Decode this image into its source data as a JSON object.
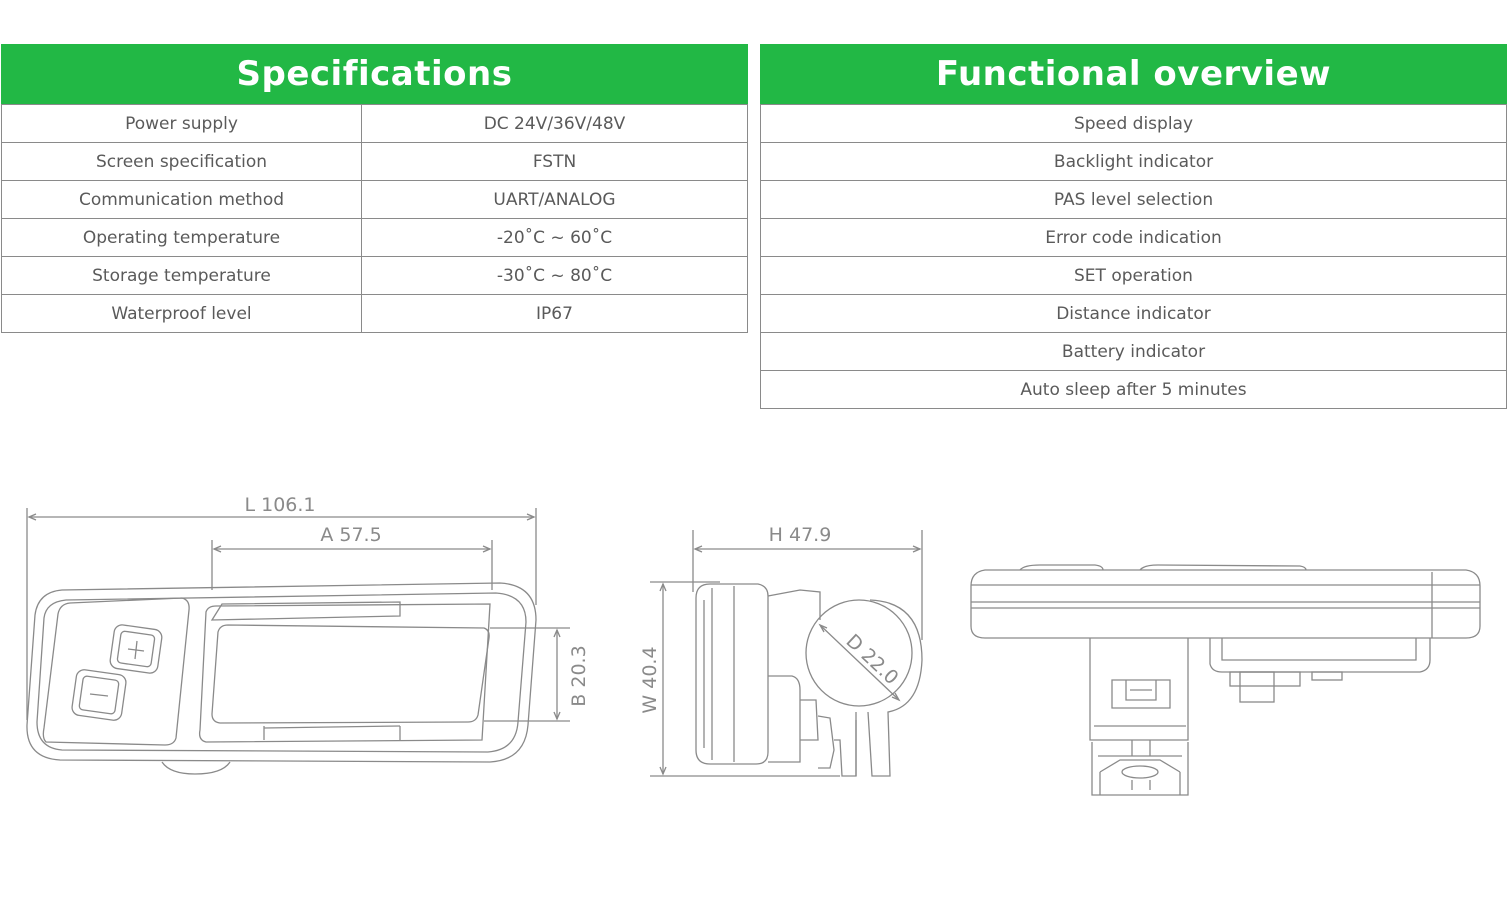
{
  "specifications": {
    "title": "Specifications",
    "rows": [
      {
        "label": "Power supply",
        "value": "DC 24V/36V/48V"
      },
      {
        "label": "Screen specification",
        "value": "FSTN"
      },
      {
        "label": "Communication method",
        "value": "UART/ANALOG"
      },
      {
        "label": "Operating temperature",
        "value": "-20˚C ~ 60˚C"
      },
      {
        "label": "Storage temperature",
        "value": "-30˚C ~ 80˚C"
      },
      {
        "label": "Waterproof level",
        "value": "IP67"
      }
    ]
  },
  "functional_overview": {
    "title": "Functional overview",
    "items": [
      "Speed display",
      "Backlight indicator",
      "PAS level selection",
      "Error code indication",
      "SET operation",
      "Distance indicator",
      "Battery indicator",
      "Auto sleep after 5 minutes"
    ]
  },
  "dimensions": {
    "length": "L 106.1",
    "screen_width": "A 57.5",
    "screen_height": "B 20.3",
    "height": "H 47.9",
    "width": "W 40.4",
    "clamp_diameter": "D 22.0"
  },
  "colors": {
    "header_green": "#22b845",
    "line_gray": "#8a8a8a"
  }
}
